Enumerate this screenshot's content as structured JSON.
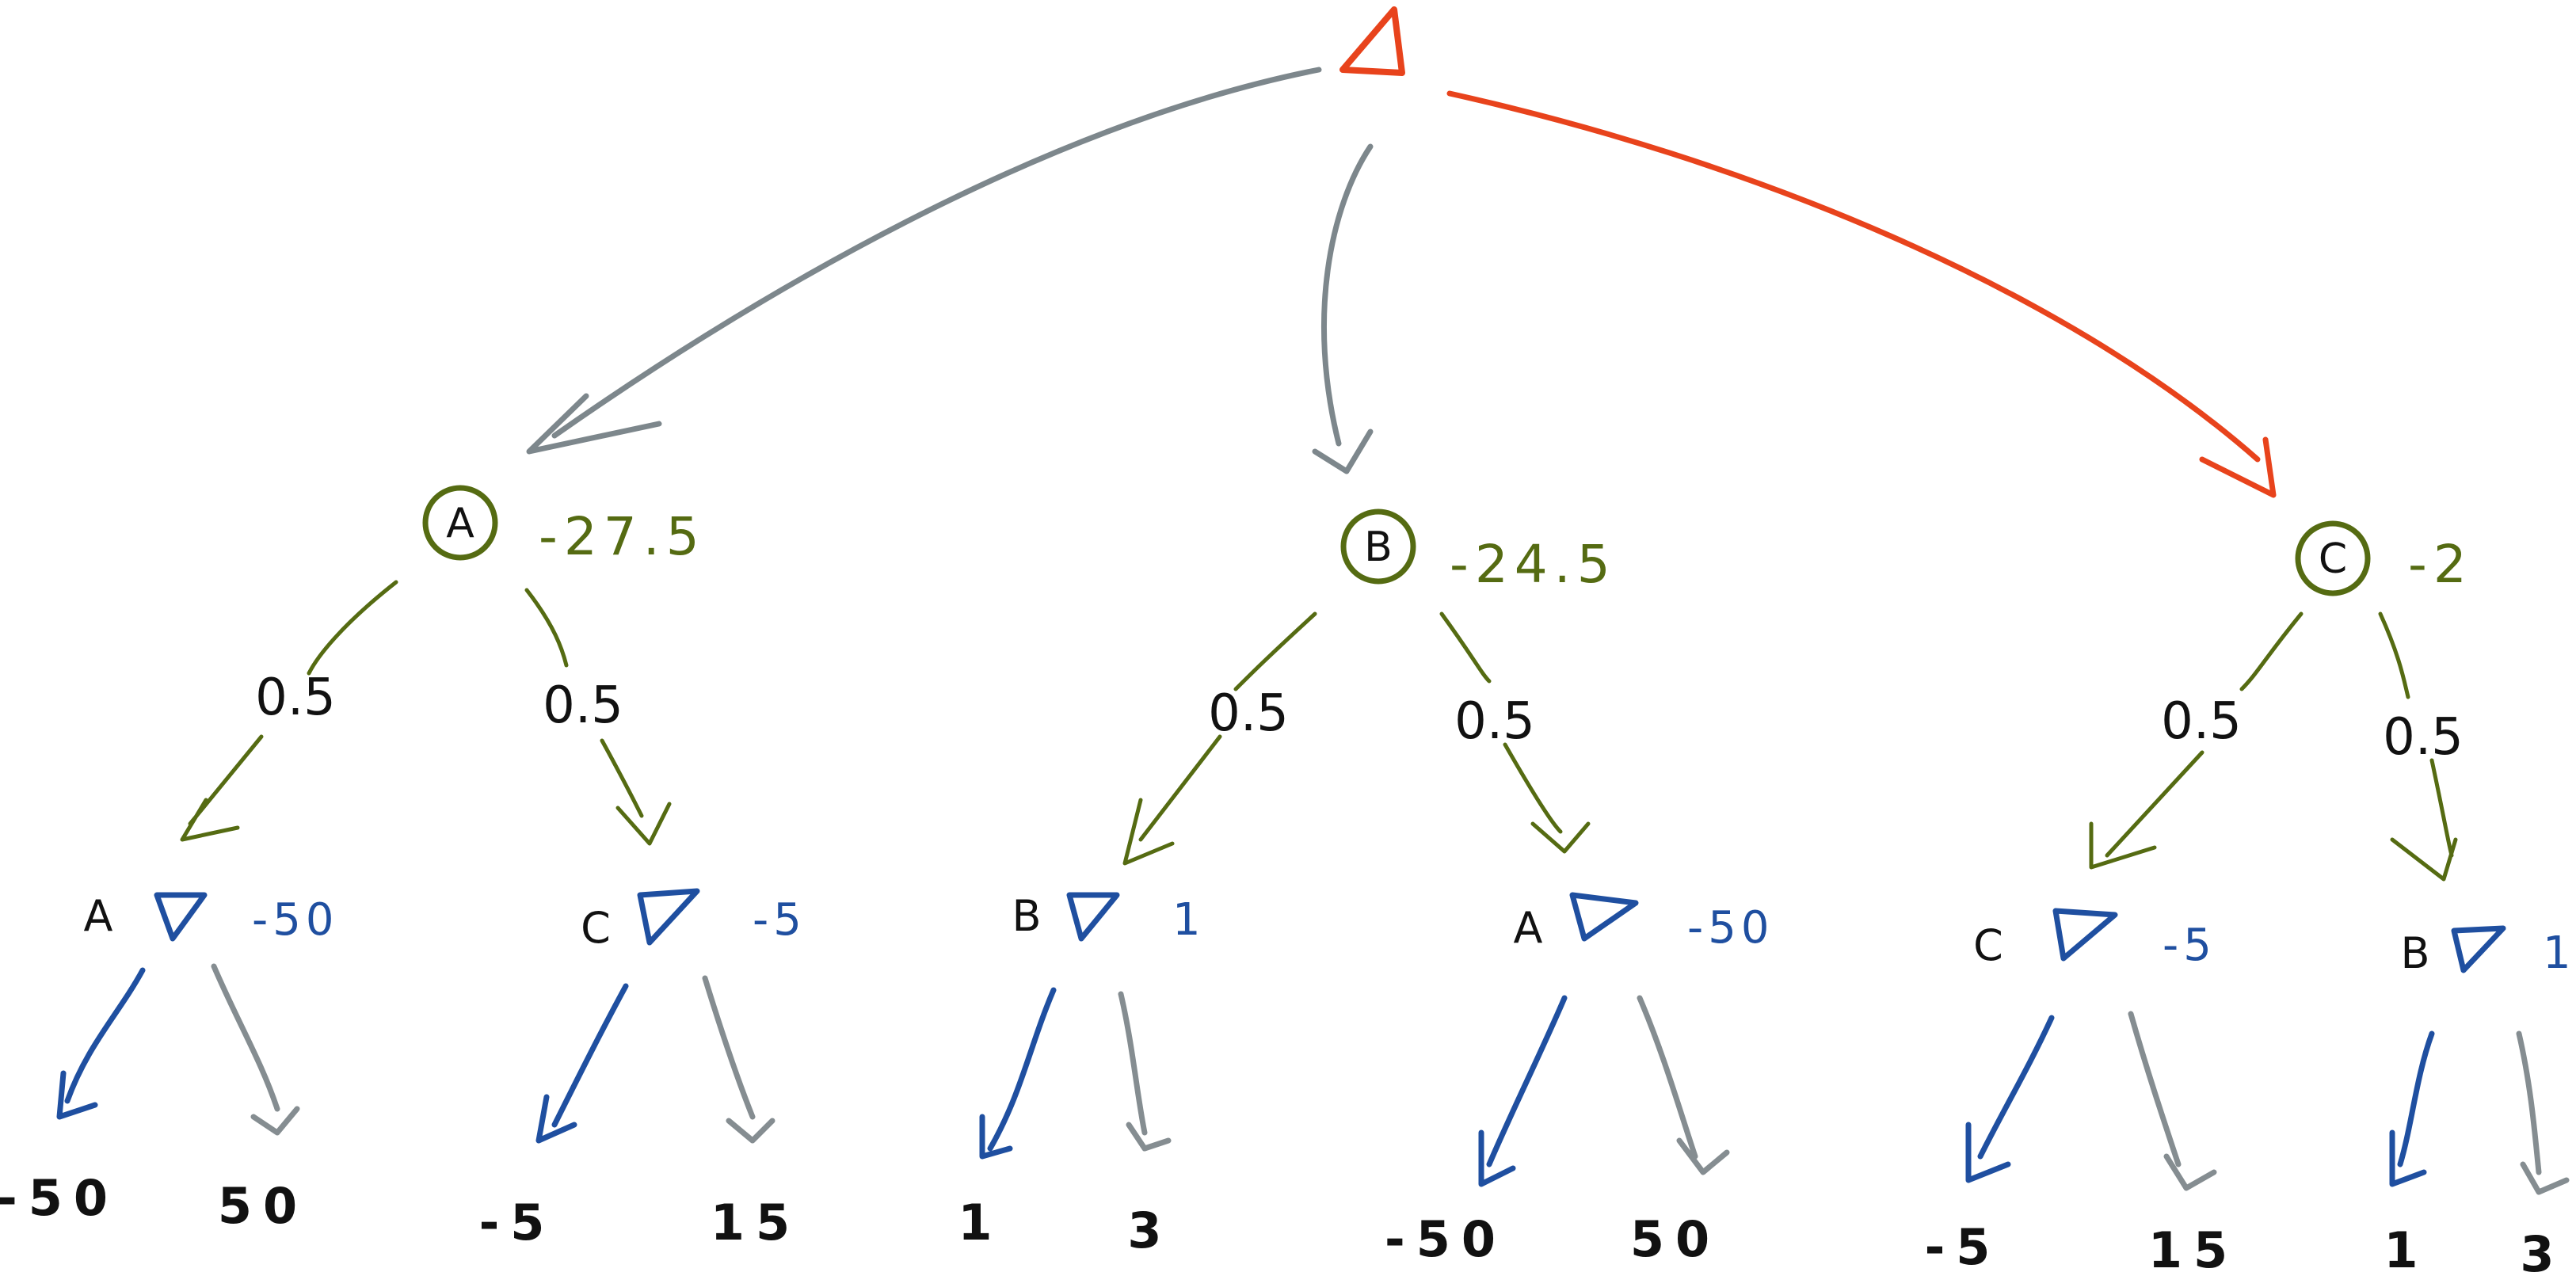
{
  "colors": {
    "max_node": "#e8431c",
    "chance_node": "#556b12",
    "min_node": "#1f4fa0",
    "unchosen_edge": "#7d878c",
    "text": "#111111"
  },
  "root": {
    "type": "max",
    "icon": "triangle-up-icon"
  },
  "chance_nodes": [
    {
      "label": "A",
      "value": "-27.5",
      "chosen": false,
      "branches": [
        {
          "prob": "0.5",
          "min_label": "A",
          "min_value": "-50",
          "leaves": [
            "-50",
            "50"
          ]
        },
        {
          "prob": "0.5",
          "min_label": "C",
          "min_value": "-5",
          "leaves": [
            "-5",
            "15"
          ]
        }
      ]
    },
    {
      "label": "B",
      "value": "-24.5",
      "chosen": false,
      "branches": [
        {
          "prob": "0.5",
          "min_label": "B",
          "min_value": "1",
          "leaves": [
            "1",
            "3"
          ]
        },
        {
          "prob": "0.5",
          "min_label": "A",
          "min_value": "-50",
          "leaves": [
            "-50",
            "50"
          ]
        }
      ]
    },
    {
      "label": "C",
      "value": "-2",
      "chosen": true,
      "branches": [
        {
          "prob": "0.5",
          "min_label": "C",
          "min_value": "-5",
          "leaves": [
            "-5",
            "15"
          ]
        },
        {
          "prob": "0.5",
          "min_label": "B",
          "min_value": "1",
          "leaves": [
            "1",
            "3"
          ]
        }
      ]
    }
  ]
}
